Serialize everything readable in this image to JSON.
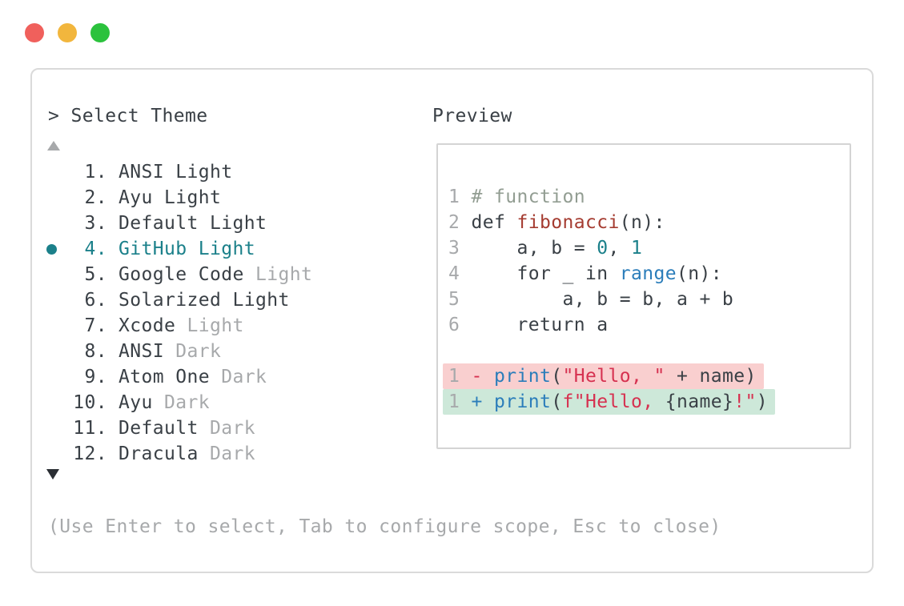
{
  "header": {
    "prompt": ">",
    "title": "Select Theme"
  },
  "preview": {
    "label": "Preview"
  },
  "theme_list": {
    "items": [
      {
        "number": "1.",
        "name": "ANSI Light",
        "variant": "",
        "selected": false
      },
      {
        "number": "2.",
        "name": "Ayu Light",
        "variant": "",
        "selected": false
      },
      {
        "number": "3.",
        "name": "Default Light",
        "variant": "",
        "selected": false
      },
      {
        "number": "4.",
        "name": "GitHub Light",
        "variant": "",
        "selected": true
      },
      {
        "number": "5.",
        "name": "Google Code",
        "variant": "Light",
        "selected": false
      },
      {
        "number": "6.",
        "name": "Solarized Light",
        "variant": "",
        "selected": false
      },
      {
        "number": "7.",
        "name": "Xcode",
        "variant": "Light",
        "selected": false
      },
      {
        "number": "8.",
        "name": "ANSI",
        "variant": "Dark",
        "selected": false
      },
      {
        "number": "9.",
        "name": "Atom One",
        "variant": "Dark",
        "selected": false
      },
      {
        "number": "10.",
        "name": "Ayu",
        "variant": "Dark",
        "selected": false
      },
      {
        "number": "11.",
        "name": "Default",
        "variant": "Dark",
        "selected": false
      },
      {
        "number": "12.",
        "name": "Dracula",
        "variant": "Dark",
        "selected": false
      }
    ]
  },
  "code_preview": {
    "lines": [
      {
        "num": "1",
        "diff": "",
        "tokens": [
          {
            "t": " ",
            "c": "plain"
          },
          {
            "t": "# function",
            "c": "comment"
          }
        ]
      },
      {
        "num": "2",
        "diff": "",
        "tokens": [
          {
            "t": " def ",
            "c": "plain"
          },
          {
            "t": "fibonacci",
            "c": "defname"
          },
          {
            "t": "(n):",
            "c": "plain"
          }
        ]
      },
      {
        "num": "3",
        "diff": "",
        "tokens": [
          {
            "t": "     a, b = ",
            "c": "plain"
          },
          {
            "t": "0",
            "c": "number"
          },
          {
            "t": ", ",
            "c": "plain"
          },
          {
            "t": "1",
            "c": "number"
          }
        ]
      },
      {
        "num": "4",
        "diff": "",
        "tokens": [
          {
            "t": "     for _ in ",
            "c": "plain"
          },
          {
            "t": "range",
            "c": "call"
          },
          {
            "t": "(n):",
            "c": "plain"
          }
        ]
      },
      {
        "num": "5",
        "diff": "",
        "tokens": [
          {
            "t": "         a, b = b, a + b",
            "c": "plain"
          }
        ]
      },
      {
        "num": "6",
        "diff": "",
        "tokens": [
          {
            "t": "     return a",
            "c": "plain"
          }
        ]
      },
      {
        "num": "",
        "diff": "",
        "tokens": []
      },
      {
        "num": "1",
        "diff": "removed",
        "tokens": [
          {
            "t": " ",
            "c": "plain"
          },
          {
            "t": "-",
            "c": "minus"
          },
          {
            "t": " ",
            "c": "plain"
          },
          {
            "t": "print",
            "c": "call"
          },
          {
            "t": "(",
            "c": "plain"
          },
          {
            "t": "\"Hello, \"",
            "c": "string"
          },
          {
            "t": " + name)",
            "c": "plain"
          }
        ]
      },
      {
        "num": "1",
        "diff": "added",
        "tokens": [
          {
            "t": " ",
            "c": "plain"
          },
          {
            "t": "+",
            "c": "plus"
          },
          {
            "t": " ",
            "c": "plain"
          },
          {
            "t": "print",
            "c": "call"
          },
          {
            "t": "(",
            "c": "plain"
          },
          {
            "t": "f\"Hello, ",
            "c": "string"
          },
          {
            "t": "{name}",
            "c": "plain"
          },
          {
            "t": "!\"",
            "c": "string"
          },
          {
            "t": ")",
            "c": "plain"
          }
        ]
      }
    ]
  },
  "footer": {
    "hint": "(Use Enter to select, Tab to configure scope, Esc to close)"
  },
  "colors": {
    "text_dark": "#3a4046",
    "text_muted": "#a7a9ab",
    "arrow_dark": "#2a2e33",
    "accent_teal": "#1b808a",
    "syntax_blue": "#2b7dba",
    "syntax_red": "#d63150",
    "syntax_funcdef": "#a53c31",
    "syntax_comment": "#929d92",
    "diff_removed_bg": "#f9cfcf",
    "diff_added_bg": "#cde8d9",
    "traffic_red": "#f0605c",
    "traffic_yellow": "#f2b63d",
    "traffic_green": "#2bc23d"
  }
}
